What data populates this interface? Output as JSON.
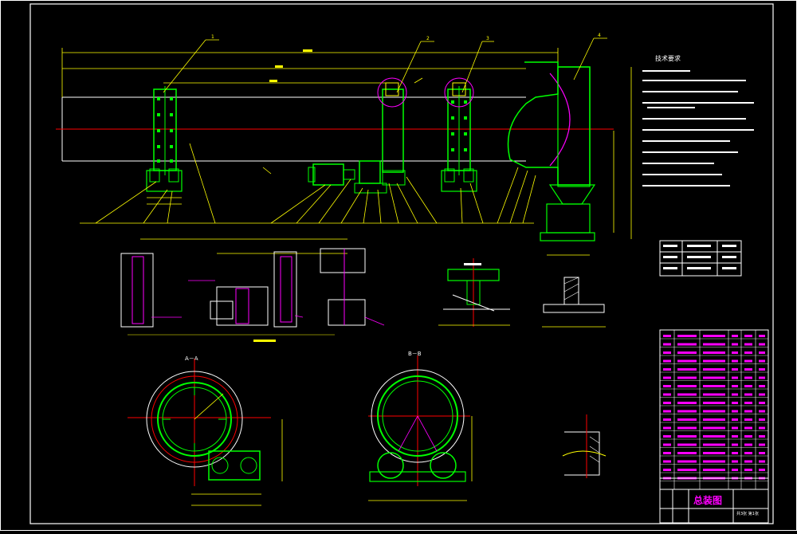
{
  "drawing": {
    "title": "总装图",
    "section_a": "A－A",
    "section_b": "B－B",
    "notes_title": "技术要求",
    "sheet_info": "共3张 第1张",
    "colors": {
      "background": "#000000",
      "frame": "#ffffff",
      "outline": "#ffffff",
      "structure": "#00ff00",
      "dimension": "#ffff00",
      "centerline": "#ff0000",
      "accent": "#ff00ff",
      "shell": "#00ffff"
    }
  },
  "callouts": [
    "1",
    "2",
    "3",
    "4"
  ]
}
